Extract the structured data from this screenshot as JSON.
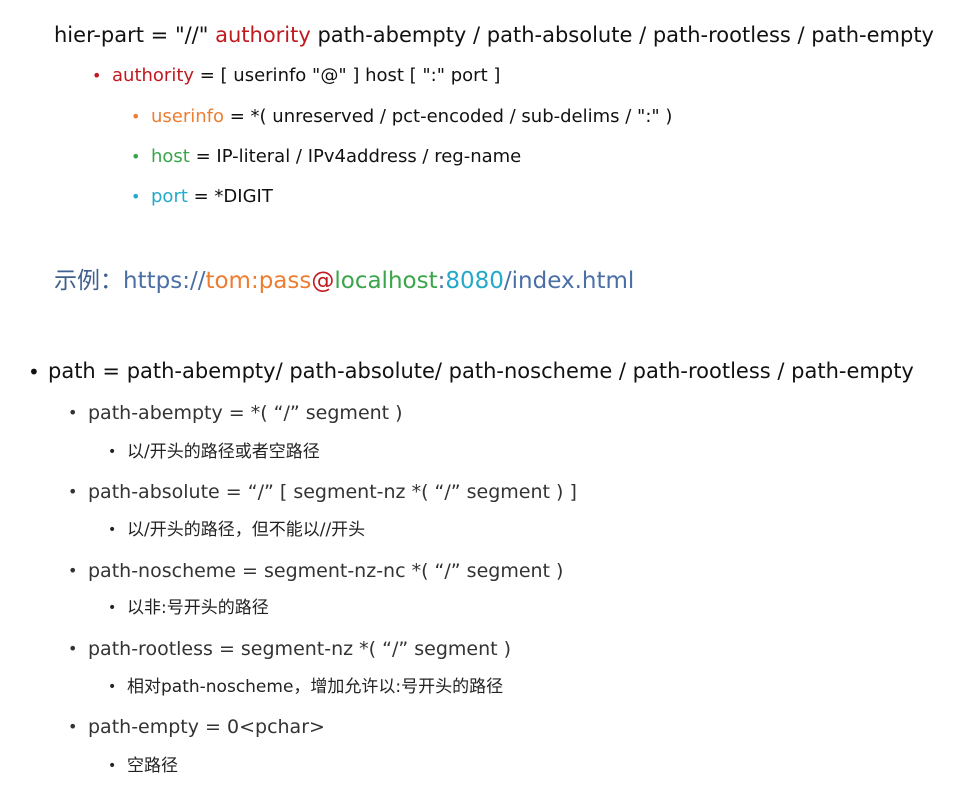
{
  "hier": {
    "prefix": "hier-part = \"//\" ",
    "authority": "authority",
    "rest": " path-abempty / path-absolute / path-rootless / path-empty"
  },
  "authority_rule": {
    "name": "authority",
    "body": " = [ userinfo \"@\" ] host [ \":\" port ]"
  },
  "userinfo_rule": {
    "name": "userinfo",
    "body": " = *( unreserved / pct-encoded / sub-delims / \":\" )"
  },
  "host_rule": {
    "name": "host",
    "body": " = IP-literal / IPv4address / reg-name"
  },
  "port_rule": {
    "name": "port",
    "body": " = *DIGIT"
  },
  "example": {
    "label": "示例：",
    "scheme": "https://",
    "userinfo": "tom:pass",
    "at": "@",
    "host": "localhost",
    "colon": ":",
    "port": "8080",
    "path": "/index.html"
  },
  "path_rule": "path = path-abempty/ path-absolute/ path-noscheme / path-rootless / path-empty",
  "path_items": [
    {
      "rule": "path-abempty = *( “/” segment )",
      "desc": "以/开头的路径或者空路径"
    },
    {
      "rule": "path-absolute = “/” [ segment-nz *( “/” segment ) ]",
      "desc": "以/开头的路径，但不能以//开头"
    },
    {
      "rule": "path-noscheme = segment-nz-nc *( “/” segment )",
      "desc": "以非:号开头的路径"
    },
    {
      "rule": "path-rootless = segment-nz *( “/” segment )",
      "desc": "相对path-noscheme，增加允许以:号开头的路径"
    },
    {
      "rule": "path-empty = 0<pchar>",
      "desc": "空路径"
    }
  ],
  "bullet_glyph": "•"
}
